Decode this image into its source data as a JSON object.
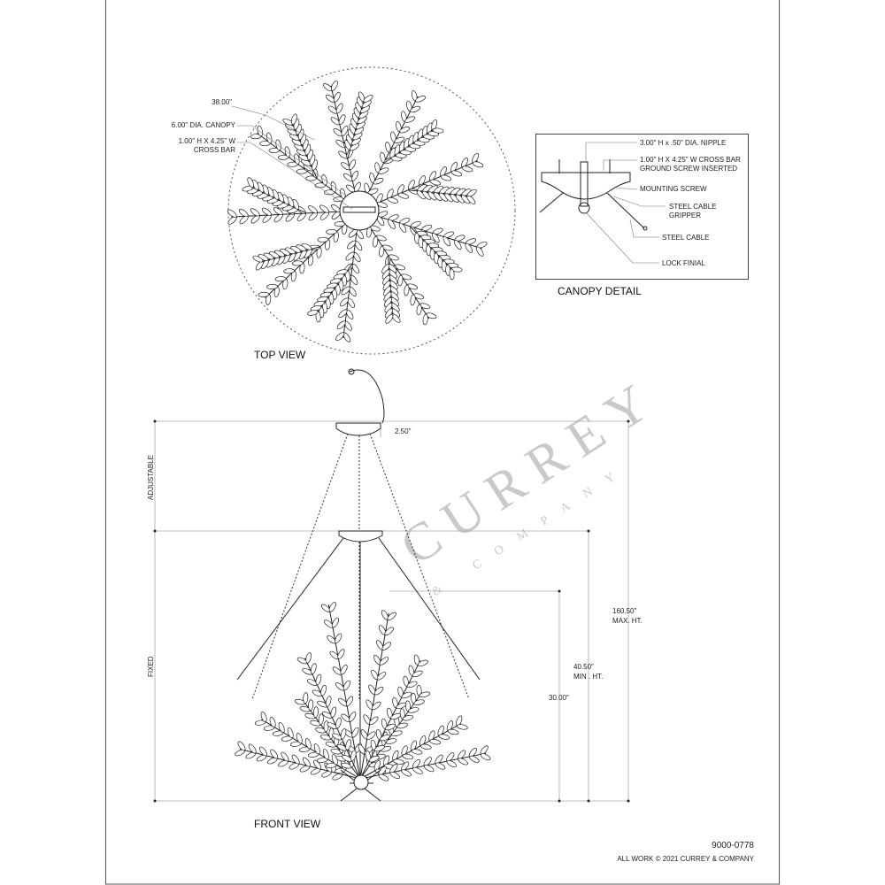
{
  "top_view": {
    "title": "TOP VIEW",
    "labels": [
      "38.00\"",
      "6.00\" DIA. CANOPY",
      "1.00\" H X 4.25\" W",
      "CROSS BAR"
    ]
  },
  "canopy_detail": {
    "title": "CANOPY DETAIL",
    "labels": [
      "3.00\" H x .50\" DIA. NIPPLE",
      "1.00\" H X 4.25\" W CROSS BAR",
      "GROUND SCREW INSERTED",
      "MOUNTING SCREW",
      "STEEL CABLE",
      "GRIPPER",
      "STEEL CABLE",
      "LOCK FINIAL"
    ]
  },
  "front_view": {
    "title": "FRONT VIEW",
    "adjustable": "ADJUSTABLE",
    "fixed": "FIXED",
    "canopy_dim": "2.50\"",
    "max_ht": "160.50\"",
    "max_ht_label": "MAX. HT.",
    "min_ht": "40.50\"",
    "min_ht_label": "MIN . HT.",
    "body_ht": "30.00\""
  },
  "footer": {
    "part_number": "9000-0778",
    "copyright": "ALL WORK © 2021 CURREY & COMPANY"
  },
  "watermark": {
    "brand": "CURREY",
    "sub": "& COMPANY"
  }
}
